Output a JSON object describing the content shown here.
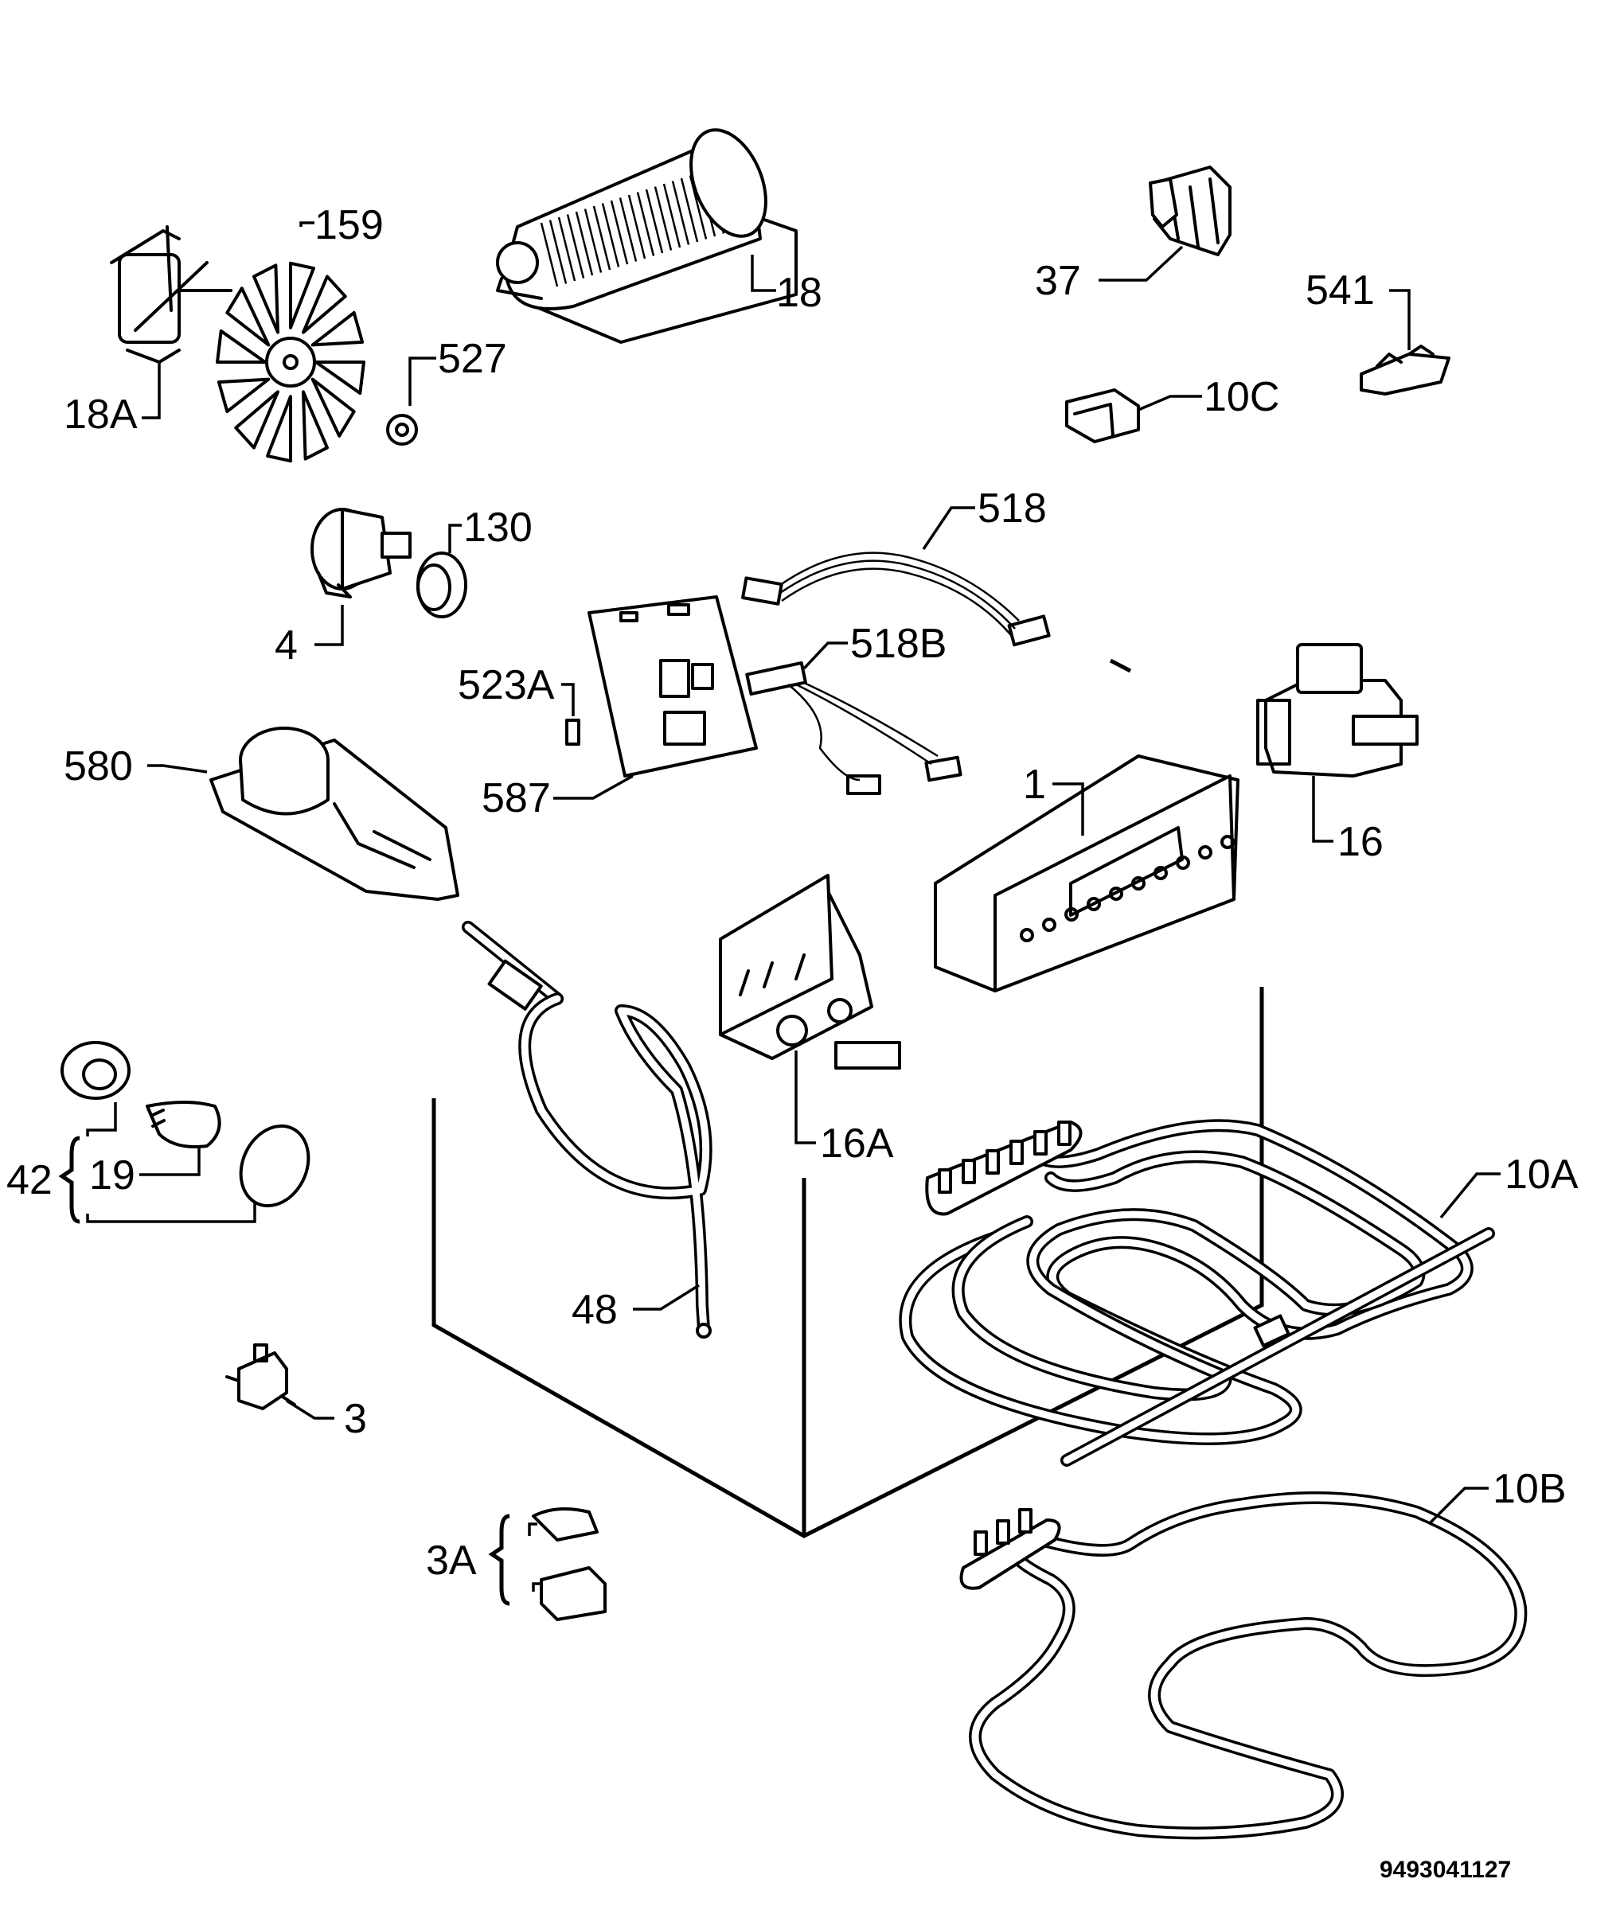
{
  "labels": {
    "l18a": "18A",
    "l159": "159",
    "l527": "527",
    "l18": "18",
    "l37": "37",
    "l541": "541",
    "l10c": "10C",
    "l130": "130",
    "l4": "4",
    "l518": "518",
    "l518b": "518B",
    "l523a": "523A",
    "l587": "587",
    "l580": "580",
    "l1": "1",
    "l16": "16",
    "l16a": "16A",
    "l42": "42",
    "l19": "19",
    "l10a": "10A",
    "l48": "48",
    "l3": "3",
    "l3a": "3A",
    "l10b": "10B"
  },
  "drawing_code": "9493041127"
}
